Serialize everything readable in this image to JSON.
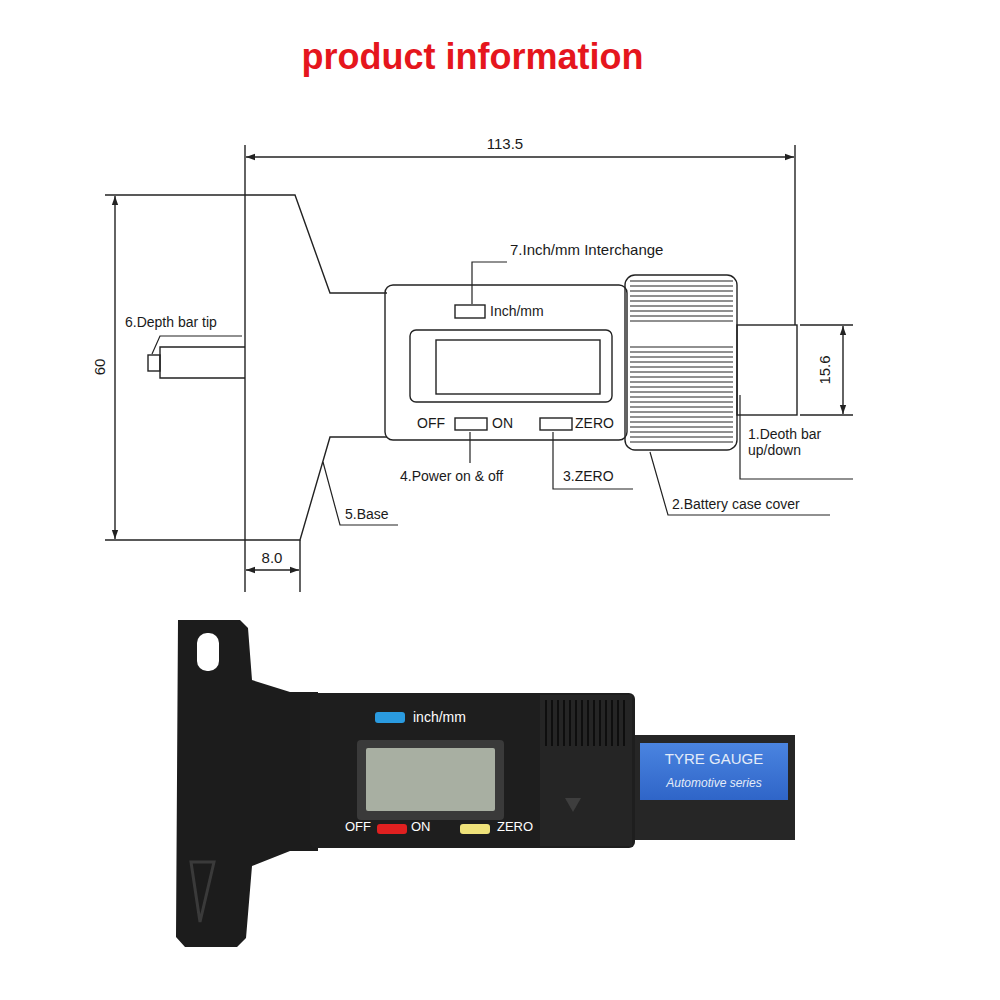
{
  "diagram": {
    "title": "product information",
    "nodes": [
      {
        "text": [
          "Inch/mm",
          "OFF",
          "ON",
          "ZERO"
        ]
      },
      {
        "text": [
          "inch/mm",
          "OFF",
          "ON",
          "ZERO"
        ]
      },
      {
        "text": [
          "TYRE GAUGE",
          "Automotive series"
        ]
      }
    ],
    "labels": [
      "113.5",
      "7.Inch/mm Interchange",
      "60",
      "6.Depth bar tip",
      "15.6",
      "1.Deoth bar up/down",
      "4.Power on & off",
      "3.ZERO",
      "2.Battery case cover",
      "5.Base",
      "8.0"
    ]
  }
}
